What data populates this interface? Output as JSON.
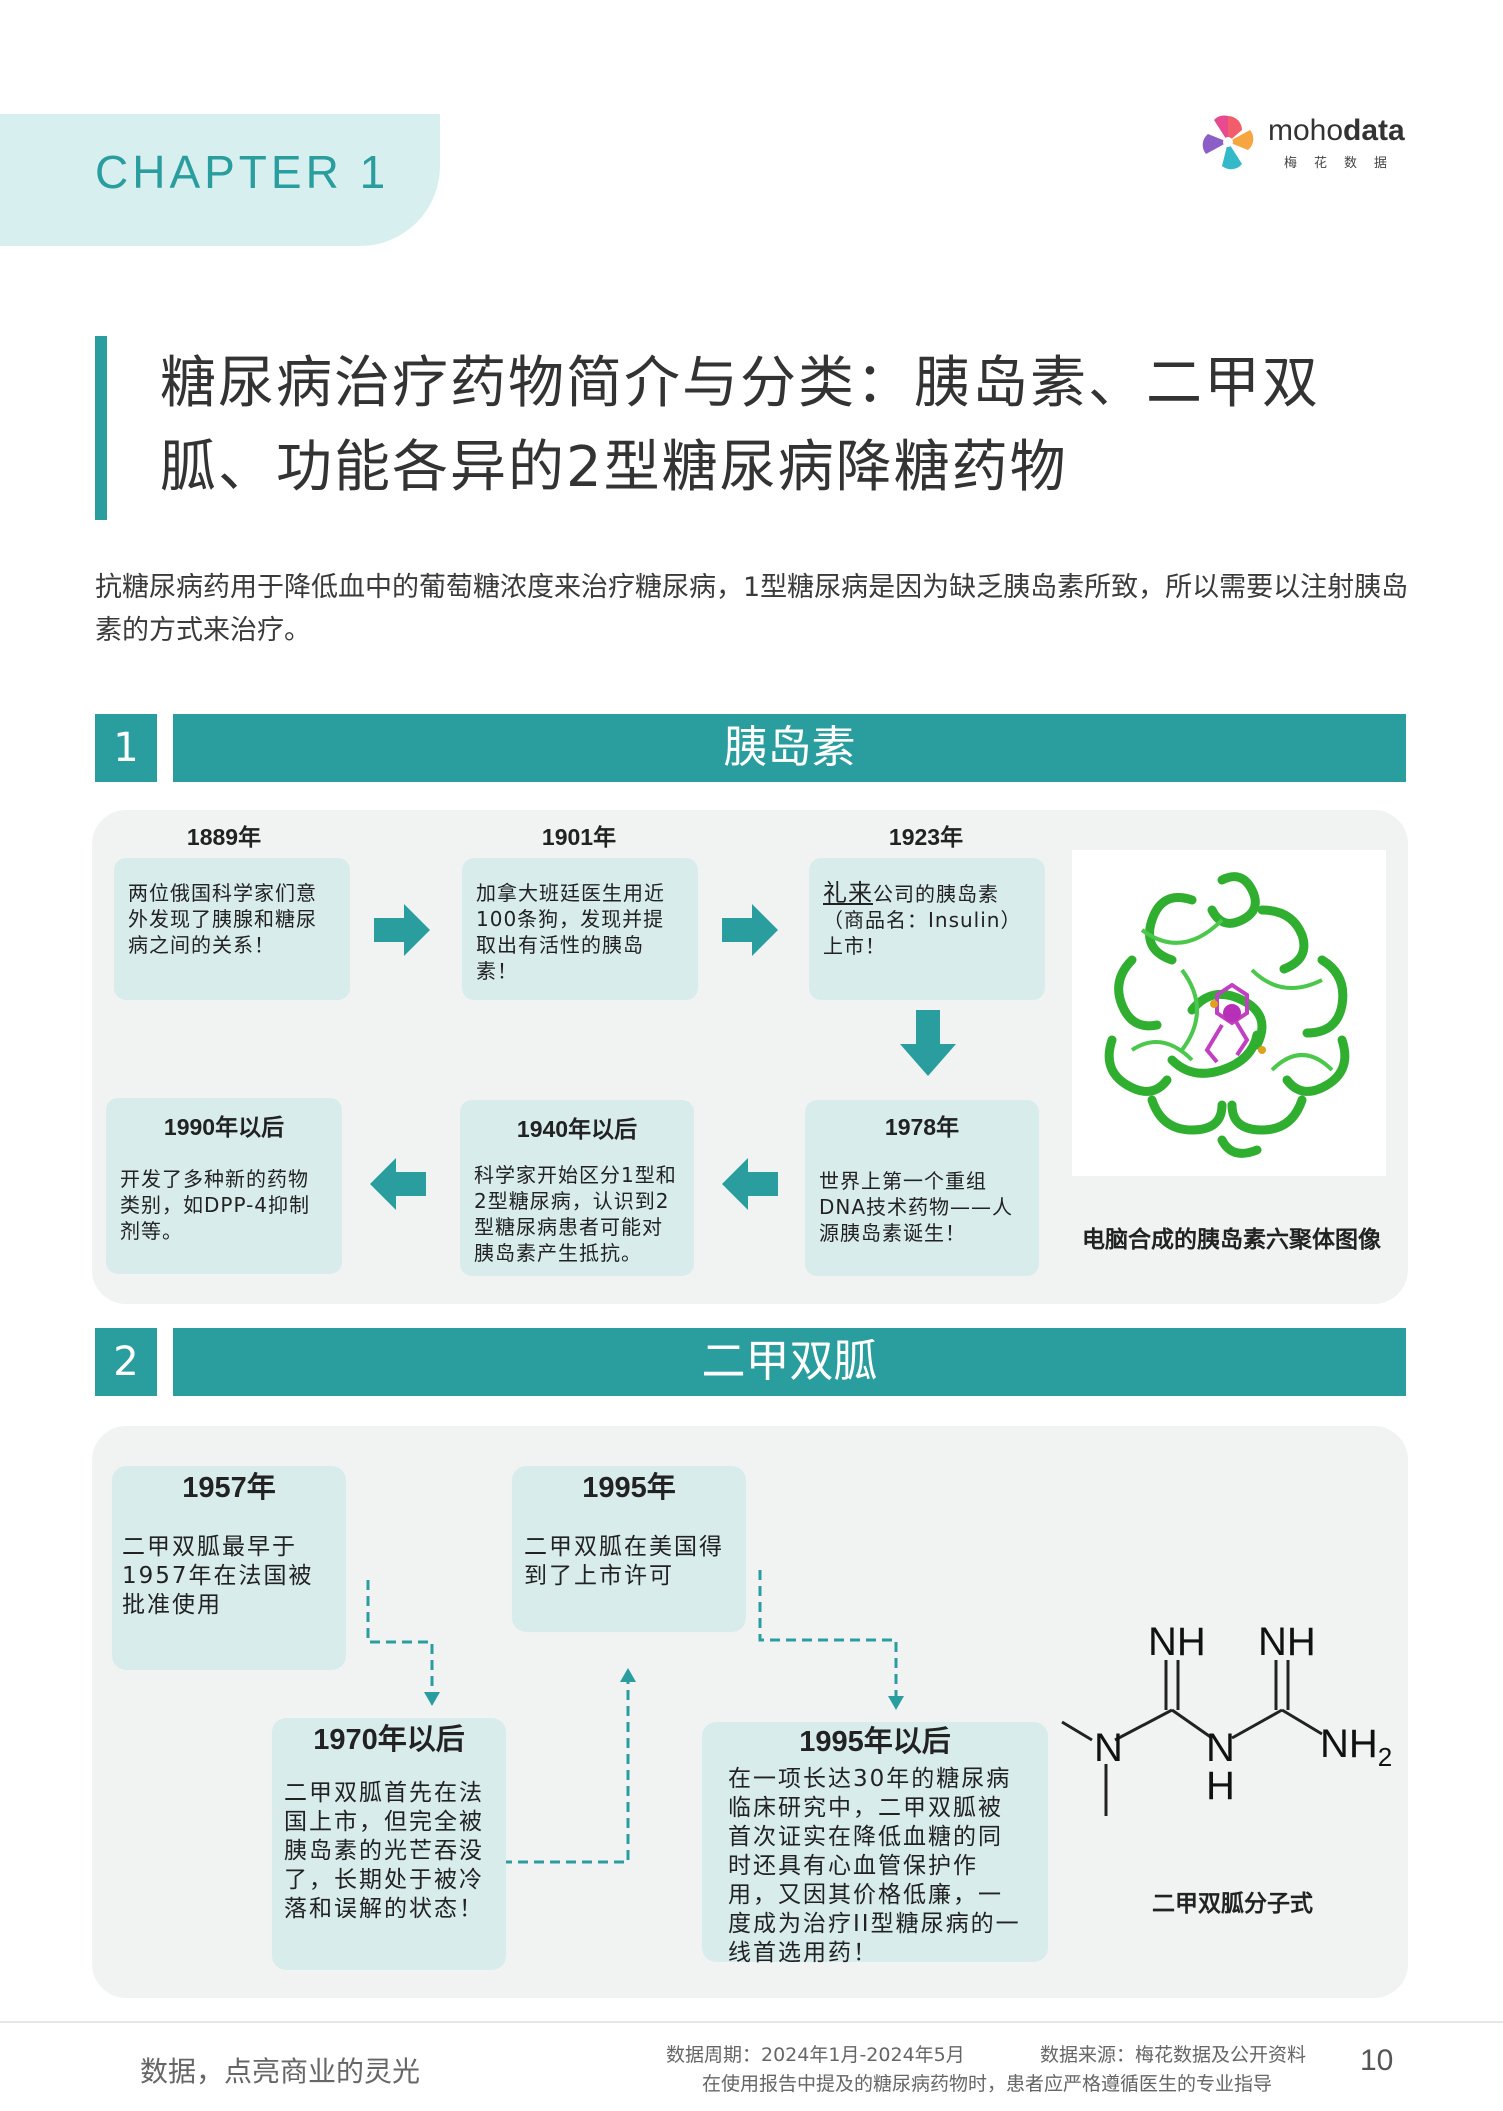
{
  "header": {
    "chapter": "CHAPTER 1",
    "logo_name_light": "moho",
    "logo_name_bold": "data",
    "logo_sub": "梅花数据"
  },
  "title": {
    "line1": "糖尿病治疗药物简介与分类：胰岛素、二甲双",
    "line2": "胍、功能各异的2型糖尿病降糖药物"
  },
  "intro": "抗糖尿病药用于降低血中的葡萄糖浓度来治疗糖尿病，1型糖尿病是因为缺乏胰岛素所致，所以需要以注射胰岛素的方式来治疗。",
  "section1": {
    "num": "1",
    "title": "胰岛素",
    "steps": [
      {
        "year": "1889年",
        "text": "两位俄国科学家们意外发现了胰腺和糖尿病之间的关系！"
      },
      {
        "year": "1901年",
        "text": "加拿大班廷医生用近100条狗，发现并提取出有活性的胰岛素！"
      },
      {
        "year": "1923年",
        "brand": "礼来",
        "text": "公司的胰岛素（商品名：Insulin）上市！"
      },
      {
        "year": "1978年",
        "text": "世界上第一个重组DNA技术药物——人源胰岛素诞生！"
      },
      {
        "year": "1940年以后",
        "text": "科学家开始区分1型和2型糖尿病，认识到2型糖尿病患者可能对胰岛素产生抵抗。"
      },
      {
        "year": "1990年以后",
        "text": "开发了多种新的药物类别，如DPP-4抑制剂等。"
      }
    ],
    "image_caption": "电脑合成的胰岛素六聚体图像"
  },
  "section2": {
    "num": "2",
    "title": "二甲双胍",
    "steps": [
      {
        "year": "1957年",
        "text": "二甲双胍最早于1957年在法国被批准使用"
      },
      {
        "year": "1970年以后",
        "text": "二甲双胍首先在法国上市，但完全被胰岛素的光芒吞没了，长期处于被冷落和误解的状态！"
      },
      {
        "year": "1995年",
        "text": "二甲双胍在美国得到了上市许可"
      },
      {
        "year": "1995年以后",
        "text": "在一项长达30年的糖尿病临床研究中，二甲双胍被首次证实在降低血糖的同时还具有心血管保护作用，又因其价格低廉，一度成为治疗II型糖尿病的一线首选用药！"
      }
    ],
    "molecule": {
      "nh_left": "NH",
      "nh_right": "NH",
      "n_left": "N",
      "n_mid": "N",
      "h_mid": "H",
      "nh2": "NH",
      "nh2_sub": "2"
    },
    "image_caption": "二甲双胍分子式"
  },
  "footer": {
    "slogan": "数据，点亮商业的灵光",
    "period": "数据周期：2024年1月-2024年5月",
    "source": "数据来源：梅花数据及公开资料",
    "note": "在使用报告中提及的糖尿病药物时，患者应严格遵循医生的专业指导",
    "page": "10"
  },
  "colors": {
    "accent": "#2a9d9e",
    "box": "#d9ecec",
    "panel": "#f1f3f3",
    "tab": "#d8efef"
  }
}
